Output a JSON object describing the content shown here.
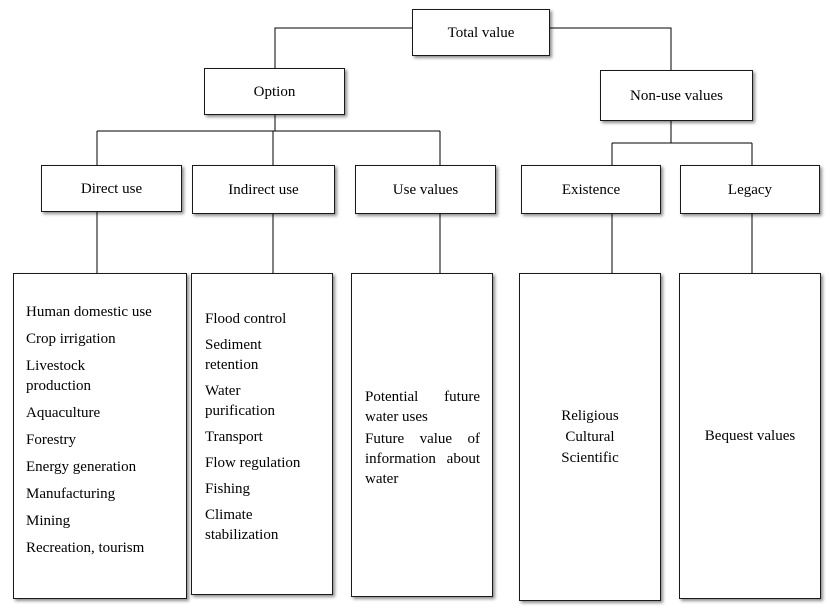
{
  "diagram": {
    "root": "Total value",
    "option": {
      "label": "Option",
      "children": [
        {
          "label": "Direct use",
          "items": [
            "Human domestic use",
            "Crop irrigation",
            "Livestock production",
            "Aquaculture",
            "Forestry",
            "Energy generation",
            "Manufacturing",
            "Mining",
            "Recreation, tourism"
          ]
        },
        {
          "label": "Indirect use",
          "items": [
            "Flood control",
            "Sediment retention",
            "Water purification",
            "Transport",
            "Flow regulation",
            "Fishing",
            "Climate stabilization"
          ]
        },
        {
          "label": "Use values",
          "items": [
            "Potential future water uses",
            "Future value of information about water"
          ]
        }
      ]
    },
    "non_use": {
      "label": "Non-use values",
      "children": [
        {
          "label": "Existence",
          "items": [
            "Religious",
            "Cultural",
            "Scientific"
          ]
        },
        {
          "label": "Legacy",
          "items": [
            "Bequest values"
          ]
        }
      ]
    }
  }
}
